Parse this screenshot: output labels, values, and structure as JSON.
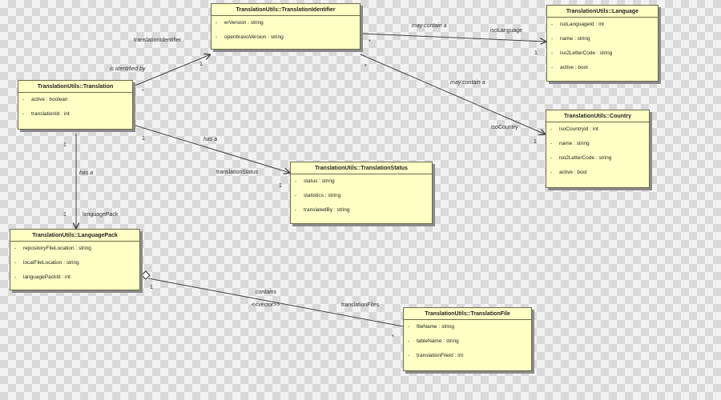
{
  "classes": {
    "translation": {
      "title": "TranslationUtils::Translation",
      "attrs": [
        "active : boolean",
        "translationId : int"
      ]
    },
    "identifier": {
      "title": "TranslationUtils::TranslationIdentifier",
      "attrs": [
        "erVersion : string",
        "openbravoVersion : string"
      ]
    },
    "language": {
      "title": "TranslationUtils::Language",
      "attrs": [
        "isoLanguageId : int",
        "name : string",
        "iso2LetterCode : string",
        "active : bool"
      ]
    },
    "country": {
      "title": "TranslationUtils::Country",
      "attrs": [
        "isoCountryId : int",
        "name : string",
        "iso2LetterCode : string",
        "active : bool"
      ]
    },
    "status": {
      "title": "TranslationUtils::TranslationStatus",
      "attrs": [
        "status : string",
        "statistics : string",
        "translatedBy : string"
      ]
    },
    "pack": {
      "title": "TranslationUtils::LanguagePack",
      "attrs": [
        "repositoryFileLocation : string",
        "localFileLocation : string",
        "languagePackId : int"
      ]
    },
    "file": {
      "title": "TranslationUtils::TranslationFile",
      "attrs": [
        "fileName : string",
        "tableName : string",
        "translationFileId : int"
      ]
    }
  },
  "attr_marker": "-",
  "relations": {
    "identified": {
      "label": "is identified by",
      "role": "translationIdentifier",
      "mult_source": "*",
      "mult_target": "1"
    },
    "lang": {
      "label": "may contain a",
      "role": "isoLanguage",
      "mult_source": "*",
      "mult_target": "1"
    },
    "country": {
      "label": "may contain a",
      "role": "isoCountry",
      "mult_source": "*",
      "mult_target": "1"
    },
    "status": {
      "label": "has a",
      "role": "translationStatus",
      "mult_source": "1",
      "mult_target": "1"
    },
    "pack": {
      "label": "has a",
      "role": "languagePack",
      "mult_source": "1",
      "mult_target": "1"
    },
    "files": {
      "label": "contains",
      "stereotype": "<<vector>>",
      "role": "translationFiles",
      "mult_source": "1",
      "mult_target": "*"
    }
  }
}
